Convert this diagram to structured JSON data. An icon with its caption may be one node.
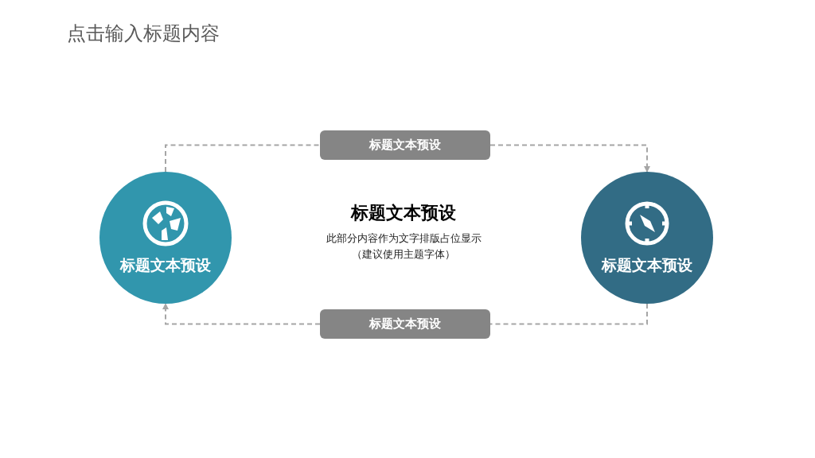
{
  "diagram": {
    "title": "点击输入标题内容",
    "nodes": [
      {
        "text": [
          "标题文本预设"
        ]
      },
      {
        "text": [
          "标题文本预设"
        ]
      },
      {
        "text": [
          "标题文本预设"
        ]
      },
      {
        "text": [
          "标题文本预设"
        ]
      }
    ],
    "edges": [
      {
        "from": 1,
        "to": 0,
        "arrow": "none",
        "style": "dashed"
      },
      {
        "from": 0,
        "to": 2,
        "arrow": "to",
        "style": "dashed"
      },
      {
        "from": 2,
        "to": 3,
        "arrow": "none",
        "style": "dashed"
      },
      {
        "from": 3,
        "to": 1,
        "arrow": "to",
        "style": "dashed"
      }
    ],
    "labels": [
      "标题文本预设",
      "此部分内容作为文字排版占位显示",
      "（建议使用主题字体）"
    ]
  }
}
